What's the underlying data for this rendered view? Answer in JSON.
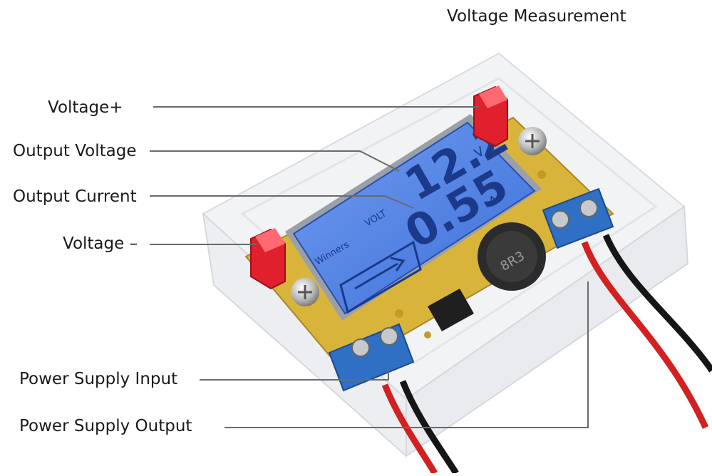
{
  "title": "Voltage Measurement",
  "labels": {
    "voltage_plus": "Voltage+",
    "output_voltage": "Output Voltage",
    "output_current": "Output Current",
    "voltage_minus": "Voltage –",
    "power_supply_input": "Power Supply Input",
    "power_supply_output": "Power Supply Output"
  },
  "lcd": {
    "voltage_reading": "12.2",
    "voltage_unit": "V",
    "current_reading": "0.55",
    "current_unit": "A",
    "mode_label": "VOLT",
    "brand": "Winners"
  },
  "inductor_marking": "8R3",
  "colors": {
    "lcd_blue": "#4a7fe6",
    "lcd_segment": "#1c3a8a",
    "terminal_blue": "#2f6fc4",
    "wire_red": "#d32020",
    "wire_black": "#161616",
    "button_red": "#e0202c",
    "pcb_yellow": "#d9b43a",
    "leader_line": "#6a6a6a"
  }
}
